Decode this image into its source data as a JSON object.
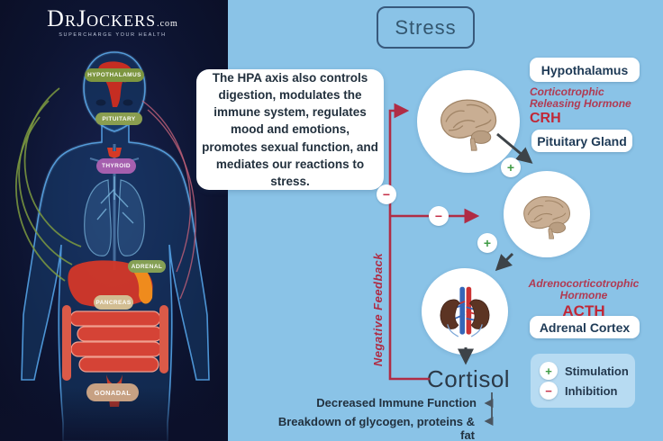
{
  "left_panel": {
    "logo": {
      "name": "DrJockers",
      "domain": ".com",
      "tagline": "SUPERCHARGE YOUR HEALTH"
    },
    "gland_labels": [
      {
        "label": "HYPOTHALAMUS",
        "color": "#7d9640"
      },
      {
        "label": "PITUITARY",
        "color": "#8a9e50"
      },
      {
        "label": "THYROID",
        "color": "#a55fae"
      },
      {
        "label": "ADRENAL",
        "color": "#85a055"
      },
      {
        "label": "PANCREAS",
        "color": "#d2bd92"
      },
      {
        "label": "GONADAL",
        "color": "#c7a183"
      }
    ]
  },
  "diagram": {
    "title": "Stress",
    "description": "The HPA axis also controls digestion, modulates the immune system, regulates mood and emotions, promotes sexual function, and mediates our reactions to stress.",
    "nodes": {
      "hypothalamus_label": "Hypothalamus",
      "crh_line1": "Corticotrophic",
      "crh_line2": "Releasing Hormone",
      "crh_abbr": "CRH",
      "pituitary_label": "Pituitary Gland",
      "acth_full": "Adrenocorticotrophic Hormone",
      "acth_abbr": "ACTH",
      "adrenal_label": "Adrenal Cortex",
      "cortisol_label": "Cortisol"
    },
    "feedback_label": "Negative Feedback",
    "effects": [
      "Decreased Immune Function",
      "Breakdown of glycogen, proteins & fat"
    ],
    "legend": [
      {
        "symbol": "+",
        "label": "Stimulation"
      },
      {
        "symbol": "−",
        "label": "Inhibition"
      }
    ],
    "signs": {
      "plus": "+",
      "minus": "−"
    },
    "colors": {
      "background": "#8ac3e7",
      "panel_navy": "#0c102a",
      "accent_red": "#b02c45",
      "arrow_dark": "#3d4348",
      "stimulation_green": "#3f9b44",
      "inhibition_red": "#c53048",
      "text_navy": "#33566f"
    }
  }
}
